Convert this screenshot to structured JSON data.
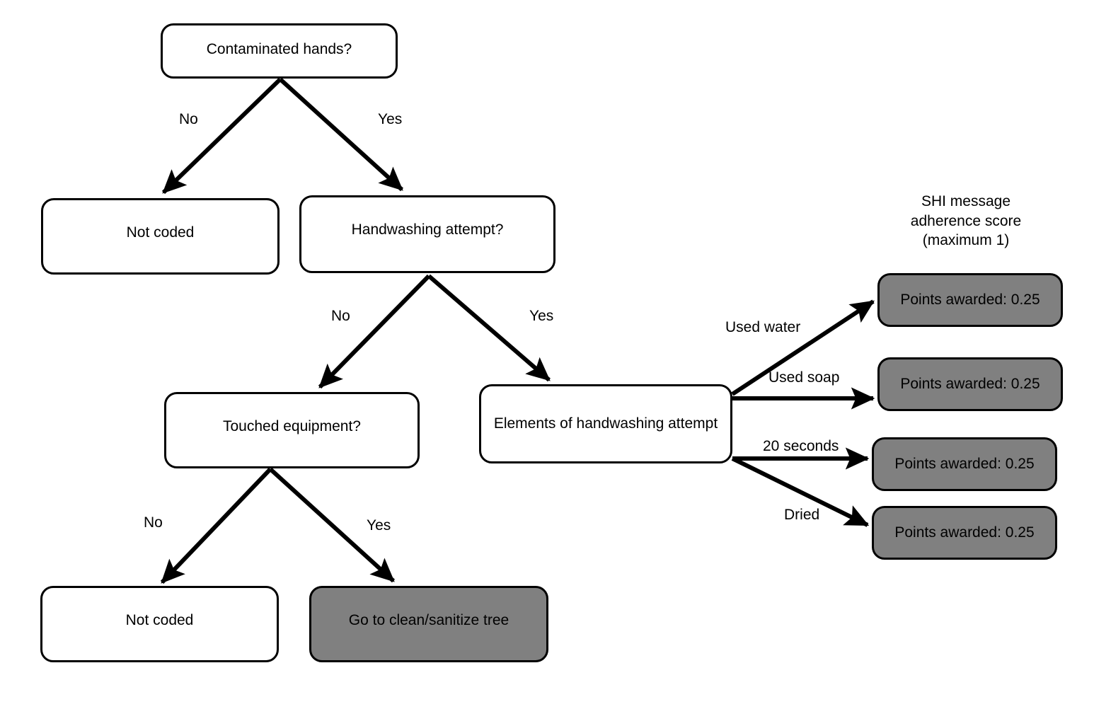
{
  "diagram": {
    "title_block": "SHI message\nadherence score\n(maximum 1)",
    "nodes": {
      "contaminated_hands": "Contaminated hands?",
      "not_coded_top": "Not coded",
      "handwashing_attempt": "Handwashing attempt?",
      "touched_equipment": "Touched equipment?",
      "elements_of_handwashing": "Elements of handwashing attempt",
      "not_coded_bottom": "Not coded",
      "go_to_clean_tree": "Go to clean/sanitize tree",
      "points_water": "Points awarded: 0.25",
      "points_soap": "Points awarded: 0.25",
      "points_20_seconds": "Points awarded: 0.25",
      "points_dried": "Points awarded: 0.25"
    },
    "edge_labels": {
      "contaminated_no": "No",
      "contaminated_yes": "Yes",
      "handwashing_no": "No",
      "handwashing_yes": "Yes",
      "touched_no": "No",
      "touched_yes": "Yes",
      "used_water": "Used water",
      "used_soap": "Used soap",
      "twenty_seconds": "20 seconds",
      "dried": "Dried"
    },
    "colors": {
      "outcome_fill": "#808080",
      "decision_fill": "#ffffff",
      "stroke": "#000000"
    }
  }
}
